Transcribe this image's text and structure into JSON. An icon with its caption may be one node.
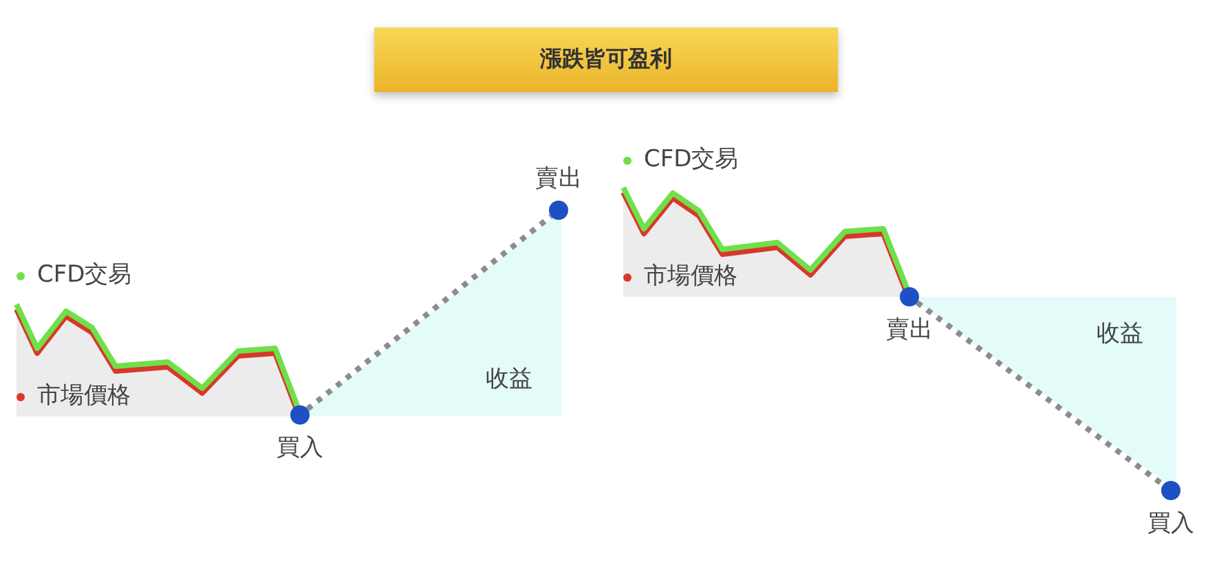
{
  "diagram": {
    "title": "漲跌皆可盈利",
    "nodes": [
      {
        "text": [],
        "shape": "circle",
        "beside": [
          "買入"
        ]
      },
      {
        "text": [],
        "shape": "circle",
        "beside": [
          "賣出"
        ]
      },
      {
        "text": [],
        "shape": "circle",
        "beside": [
          "賣出"
        ]
      },
      {
        "text": [],
        "shape": "circle",
        "beside": [
          "買入"
        ]
      }
    ],
    "edges": [
      {
        "from": 0,
        "to": 1,
        "arrow": "none",
        "style": "dashed"
      },
      {
        "from": 2,
        "to": 3,
        "arrow": "none",
        "style": "dashed"
      }
    ],
    "labels": [
      "收益",
      "收益"
    ],
    "legend": [
      {
        "text": "CFD交易",
        "color": "#6fe04a"
      },
      {
        "text": "市場價格",
        "color": "#d8382a"
      },
      {
        "text": "CFD交易",
        "color": "#6fe04a"
      },
      {
        "text": "市場價格",
        "color": "#d8382a"
      }
    ]
  }
}
